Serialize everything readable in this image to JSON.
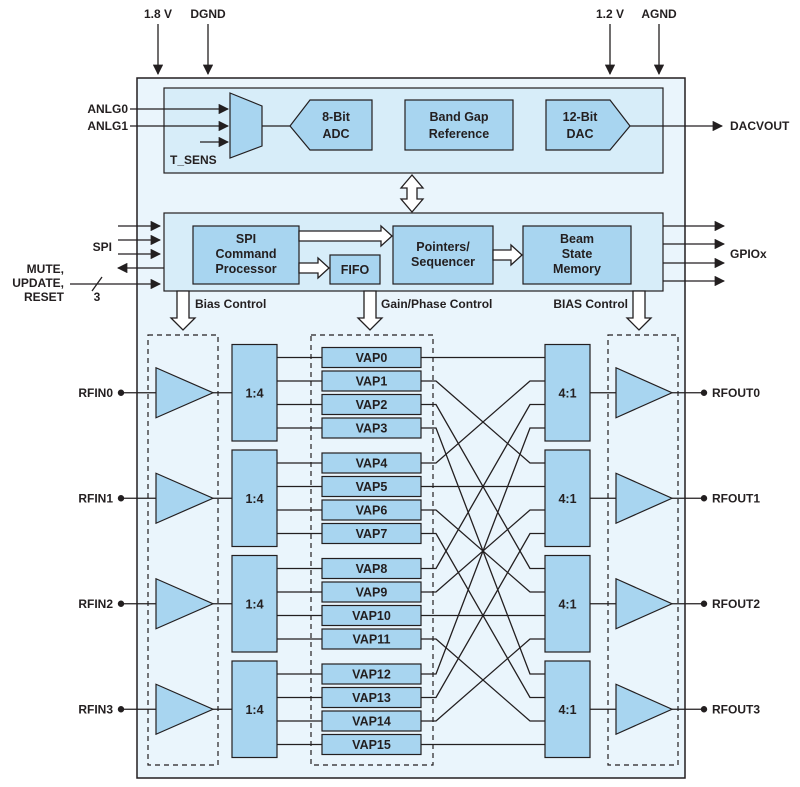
{
  "power": {
    "v18": "1.8 V",
    "dgnd": "DGND",
    "v12": "1.2 V",
    "agnd": "AGND"
  },
  "analog": {
    "anlg0": "ANLG0",
    "anlg1": "ANLG1",
    "tsens": "T_SENS",
    "adc": [
      "8-Bit",
      "ADC"
    ],
    "bandgap": [
      "Band Gap",
      "Reference"
    ],
    "dac": [
      "12-Bit",
      "DAC"
    ],
    "dacout": "DACVOUT"
  },
  "digital": {
    "spi": "SPI",
    "mute": [
      "MUTE,",
      "UPDATE,",
      "RESET"
    ],
    "bus_width": "3",
    "spi_block": [
      "SPI",
      "Command",
      "Processor"
    ],
    "fifo": "FIFO",
    "pointers": [
      "Pointers/",
      "Sequencer"
    ],
    "beam": [
      "Beam",
      "State",
      "Memory"
    ],
    "gpio": "GPIOx"
  },
  "controls": {
    "bias": "Bias Control",
    "gain_phase": "Gain/Phase Control",
    "bias_out": "BIAS Control"
  },
  "splitter_label": "1:4",
  "combiner_label": "4:1",
  "rf_inputs": [
    "RFIN0",
    "RFIN1",
    "RFIN2",
    "RFIN3"
  ],
  "rf_outputs": [
    "RFOUT0",
    "RFOUT1",
    "RFOUT2",
    "RFOUT3"
  ],
  "vap": [
    "VAP0",
    "VAP1",
    "VAP2",
    "VAP3",
    "VAP4",
    "VAP5",
    "VAP6",
    "VAP7",
    "VAP8",
    "VAP9",
    "VAP10",
    "VAP11",
    "VAP12",
    "VAP13",
    "VAP14",
    "VAP15"
  ]
}
